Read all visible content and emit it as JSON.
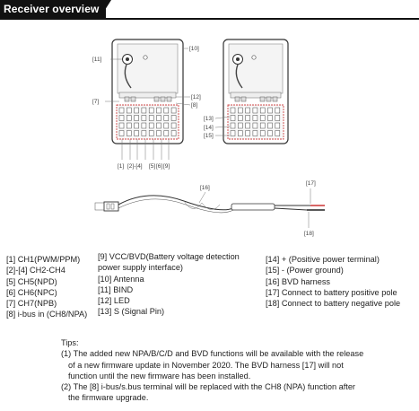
{
  "header": {
    "title": "Receiver overview"
  },
  "callouts": {
    "c10": "[10]",
    "c11": "[11]",
    "c7": "[7]",
    "c12": "[12]",
    "c8": "[8]",
    "c13": "[13]",
    "c14": "[14]",
    "c15": "[15]",
    "c1": "[1]",
    "c2_4": "[2]-[4]",
    "c5": "[5]",
    "c6": "[6]",
    "c9": "[9]",
    "c16": "[16]",
    "c17": "[17]",
    "c18": "[18]"
  },
  "legend_col1": [
    "[1] CH1(PWM/PPM)",
    "[2]-[4] CH2-CH4",
    "[5] CH5(NPD)",
    "[6] CH6(NPC)",
    "[7] CH7(NPB)",
    "[8] i-bus in (CH8/NPA)"
  ],
  "legend_col2": [
    "[9] VCC/BVD(Battery voltage detection",
    "power supply interface)",
    "[10] Antenna",
    "[11] BIND",
    "[12] LED",
    "[13] S  (Signal Pin)"
  ],
  "legend_col3": [
    "[14] +  (Positive power terminal)",
    "[15] -  (Power ground)",
    "[16] BVD harness",
    "[17] Connect to battery positive pole",
    "[18] Connect to battery negative pole"
  ],
  "tips": {
    "heading": "Tips:",
    "lines": [
      "(1) The added new NPA/B/C/D and BVD functions will be available with the release",
      "of a new firmware update in November 2020. The BVD harness [17] will not",
      "function until the new firmware has been installed.",
      "(2) The [8] i-bus/s.bus terminal will be replaced with the CH8 (NPA) function after",
      "the firmware upgrade."
    ]
  }
}
